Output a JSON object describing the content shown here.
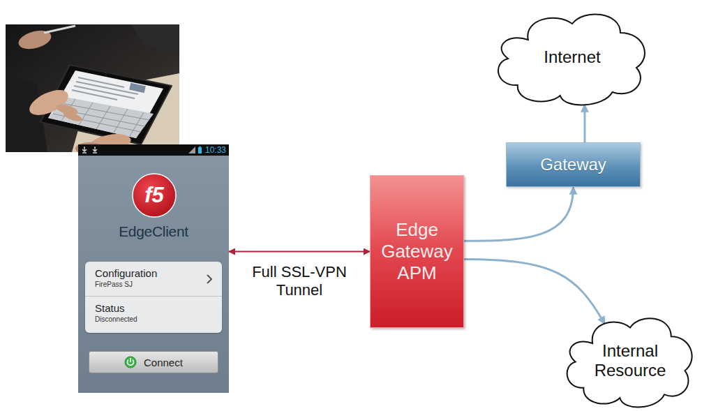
{
  "diagram": {
    "nodes": [
      {
        "text": [
          "10:33",
          "f5",
          "EdgeClient"
        ]
      },
      {
        "text": [
          "Configuration",
          "FirePass SJ"
        ],
        "in": 0
      },
      {
        "text": [
          "Status",
          "Disconnected"
        ],
        "in": 0
      },
      {
        "text": [
          "Connect"
        ],
        "in": 0
      },
      {
        "text": [
          "Edge Gateway APM"
        ]
      },
      {
        "text": [
          "Gateway"
        ]
      },
      {
        "text": [
          "Internet"
        ]
      },
      {
        "text": [
          "Internal Resource"
        ]
      }
    ],
    "edges": [
      {
        "from": 0,
        "to": 4,
        "arrow": "both",
        "label": "Full SSL-VPN Tunnel"
      },
      {
        "from": 4,
        "to": 5,
        "arrow": "to"
      },
      {
        "from": 5,
        "to": 6,
        "arrow": "to"
      },
      {
        "from": 4,
        "to": 7,
        "arrow": "to"
      }
    ]
  }
}
